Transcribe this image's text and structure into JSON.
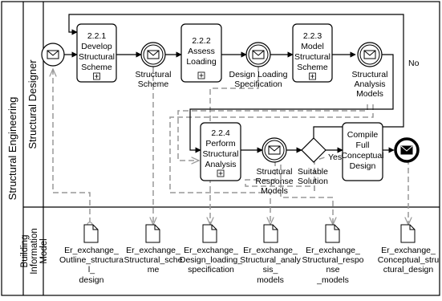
{
  "pool": {
    "label": "Structural Engineering"
  },
  "lanes": [
    {
      "id": "designer",
      "label": "Structural Designer"
    },
    {
      "id": "bim",
      "label_lines": [
        "Building",
        "Information",
        "Model"
      ]
    }
  ],
  "tasks": [
    {
      "id": "t221",
      "lines": [
        "2.2.1",
        "Develop",
        "Structural",
        "Scheme"
      ]
    },
    {
      "id": "t222",
      "lines": [
        "2.2.2",
        "Assess",
        "Loading"
      ]
    },
    {
      "id": "t223",
      "lines": [
        "2.2.3",
        "Model",
        "Structural",
        "Scheme"
      ]
    },
    {
      "id": "t224",
      "lines": [
        "2.2.4",
        "Perform",
        "Structural",
        "Analysis"
      ]
    },
    {
      "id": "tcompile",
      "lines": [
        "Compile",
        "Full",
        "Conceptual",
        "Design"
      ]
    }
  ],
  "events": [
    {
      "id": "start",
      "type": "start-message"
    },
    {
      "id": "e1",
      "type": "intermediate-message",
      "label_lines": [
        "Structural",
        "Scheme"
      ]
    },
    {
      "id": "e2",
      "type": "intermediate-message",
      "label_lines": [
        "Design Loading",
        "Specification"
      ]
    },
    {
      "id": "e3",
      "type": "intermediate-message",
      "label_lines": [
        "Structural",
        "Analysis",
        "Models"
      ]
    },
    {
      "id": "e4",
      "type": "intermediate-message",
      "label_lines": [
        "Structural",
        "Response",
        "Models"
      ]
    },
    {
      "id": "end",
      "type": "end-message"
    }
  ],
  "gateway": {
    "label_lines": [
      "Suitable",
      "Solution"
    ],
    "yes_label": "Yes",
    "no_label": "No"
  },
  "documents": [
    {
      "id": "d1",
      "lines": [
        "Er_exchange_",
        "Outline_structura",
        "l_",
        "design"
      ]
    },
    {
      "id": "d2",
      "lines": [
        "Er_exchange_",
        "Structural_sche",
        "me"
      ]
    },
    {
      "id": "d3",
      "lines": [
        "Er_exchange_",
        "Design_loading_",
        "specification"
      ]
    },
    {
      "id": "d4",
      "lines": [
        "Er_exchange_",
        "Structural_analy",
        "sis_",
        "models"
      ]
    },
    {
      "id": "d5",
      "lines": [
        "Er_exchange_",
        "Structural_respo",
        "nse",
        "_models"
      ]
    },
    {
      "id": "d6",
      "lines": [
        "Er_exchange_",
        "Conceptual_stru",
        "ctural_design"
      ]
    }
  ]
}
